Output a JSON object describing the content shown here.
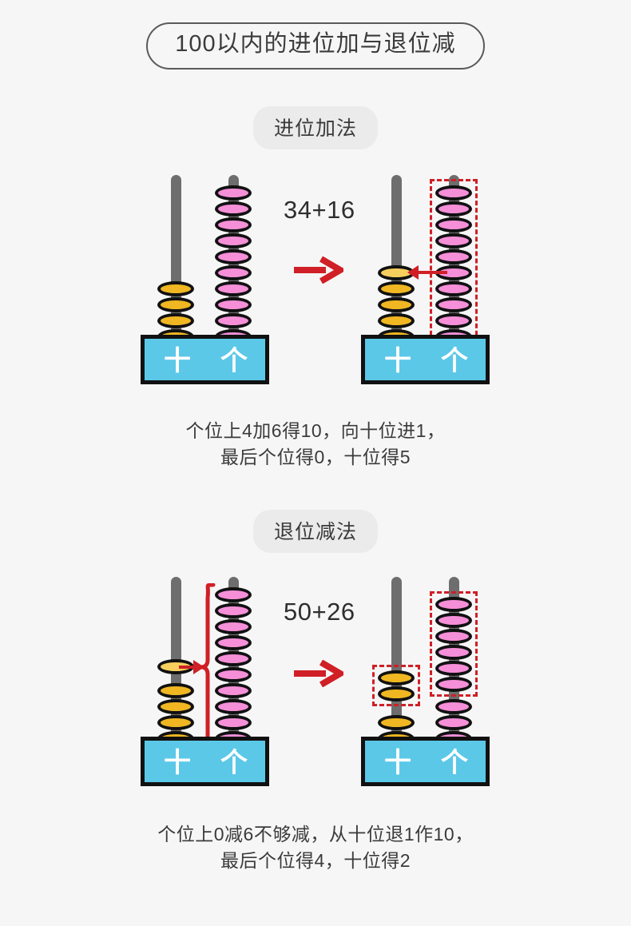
{
  "page": {
    "background_color": "#f6f6f6",
    "title": "100以内的进位加与退位减"
  },
  "colors": {
    "bead_gold": "#f0b722",
    "bead_gold_highlight": "#f7cf5e",
    "bead_pink": "#f58fd8",
    "base_cyan": "#5bc8e8",
    "rod_gray": "#6e6e6e",
    "accent_red": "#d01f26",
    "outline_black": "#111111",
    "pill_gray": "#ebebeb"
  },
  "sections": [
    {
      "header": "进位加法",
      "equation": "34+16",
      "left_abacus": {
        "tens_label": "十",
        "ones_label": "个",
        "tens_beads": 4,
        "ones_beads": 10,
        "tens_highlight_index": null,
        "tens_dashed_count": 0,
        "ones_dashed_count": 0
      },
      "right_abacus": {
        "tens_label": "十",
        "ones_label": "个",
        "tens_beads": 5,
        "ones_beads": 10,
        "tens_highlight_index": 0,
        "tens_dashed_count": 0,
        "ones_dashed_count": 10
      },
      "annotation": {
        "arrow_direction": "left",
        "transition_arrow": "right"
      },
      "caption_line1": "个位上4加6得10，向十位进1，",
      "caption_line2": "最后个位得0，十位得5"
    },
    {
      "header": "退位减法",
      "equation": "50+26",
      "left_abacus": {
        "tens_label": "十",
        "ones_label": "个",
        "tens_beads": 5,
        "ones_beads": 10,
        "tens_highlight_index": 0,
        "tens_dashed_count": 0,
        "ones_dashed_count": 0,
        "ones_brace": true
      },
      "right_abacus": {
        "tens_label": "十",
        "ones_label": "个",
        "tens_beads": 4,
        "ones_beads": 10,
        "tens_highlight_index": null,
        "tens_dashed_count": 2,
        "ones_dashed_count": 6
      },
      "annotation": {
        "arrow_direction": "right",
        "transition_arrow": "right"
      },
      "caption_line1": "个位上0减6不够减，从十位退1作10，",
      "caption_line2": "最后个位得4，十位得2"
    }
  ]
}
